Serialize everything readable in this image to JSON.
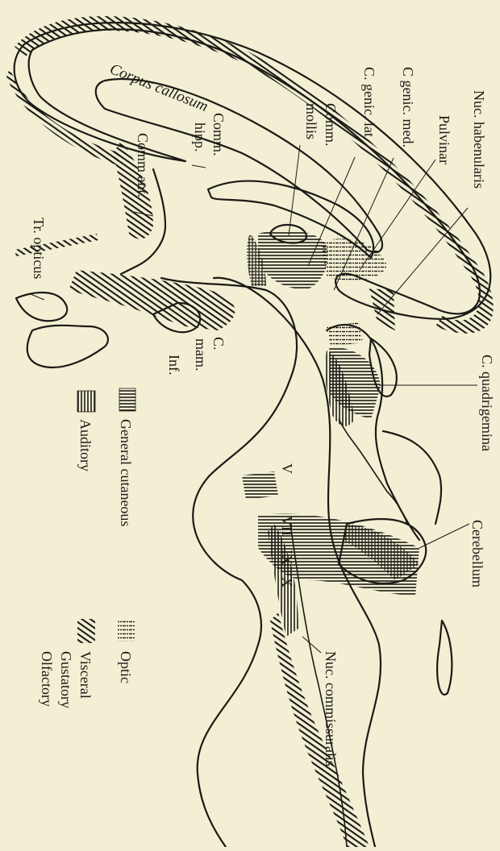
{
  "labels": {
    "corpus_callosum": "Corpus callosum",
    "nuc_habenularis": "Nuc. habenularis",
    "pulvinar": "Pulvinar",
    "c_genic_med": "C genic. med.",
    "c_genic_lat": "C. genic. lat.",
    "comm_mollis_1": "Comm.",
    "comm_mollis_2": "mollis",
    "comm_hipp_1": "Comm.",
    "comm_hipp_2": "hipp.",
    "comm_ant": "Comm  ant.",
    "tr_opticus": "Tr. opticus",
    "c_mam_1": "C.",
    "c_mam_2": "mam.",
    "inf": "Inf.",
    "c_quadrigemina": "C. quadrigemina",
    "cerebellum": "Cerebellum",
    "nuc_commissuralis": "Nuc. commissuralis",
    "nerve_v": "V",
    "nerve_vii": "VII",
    "nerve_ix": "IX",
    "nerve_x": "X"
  },
  "legend": [
    {
      "id": "general-cutaneous",
      "label": "General cutaneous",
      "pattern": "horizontal-hatch"
    },
    {
      "id": "auditory",
      "label": "Auditory",
      "pattern": "vertical-hatch"
    },
    {
      "id": "optic",
      "label": "Optic",
      "pattern": "dashed-hatch"
    },
    {
      "id": "visceral",
      "label": [
        "Visceral",
        "Gustatory",
        "Olfactory"
      ],
      "pattern": "diagonal-hatch"
    }
  ],
  "colors": {
    "paper": "#f3efd4",
    "ink": "#1c1a16"
  }
}
